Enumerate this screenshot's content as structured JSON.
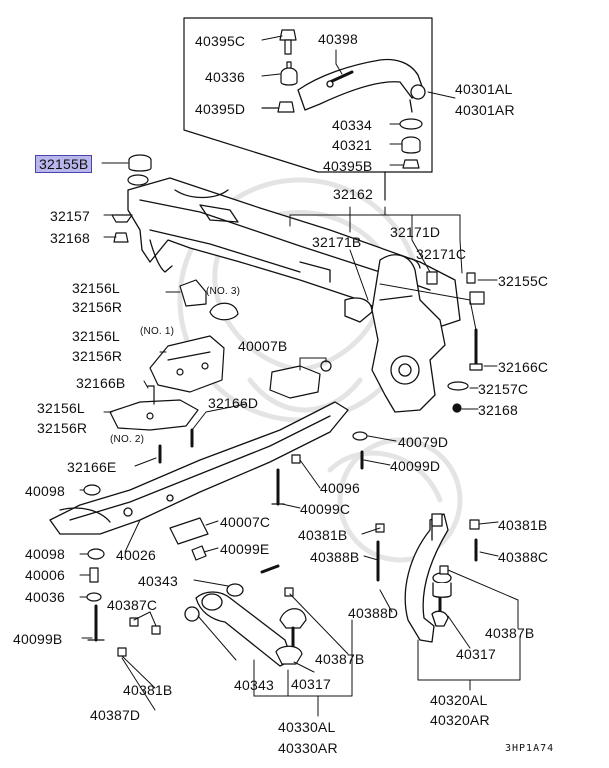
{
  "diagram": {
    "highlight_color": "#b9b6ee",
    "line_color": "#111111",
    "watermark_color": "#e6e6e6",
    "figure_code": "3HP1A74",
    "labels": {
      "p40395C": "40395C",
      "p40398": "40398",
      "p40336": "40336",
      "p40301AL": "40301AL",
      "p40301AR": "40301AR",
      "p40395D": "40395D",
      "p40334": "40334",
      "p40321": "40321",
      "p40395B": "40395B",
      "p32155B": "32155B",
      "p32162": "32162",
      "p32157_l": "32157",
      "p32168_l": "32168",
      "p32171B": "32171B",
      "p32171D": "32171D",
      "p32171C": "32171C",
      "p32155C": "32155C",
      "p32156L_a": "32156L",
      "p32156R_a": "32156R",
      "no3": "(NO. 3)",
      "p32156L_b": "32156L",
      "p32156R_b": "32156R",
      "no1": "(NO. 1)",
      "p40007B": "40007B",
      "p32166C": "32166C",
      "p32157C": "32157C",
      "p32168_r": "32168",
      "p32166B": "32166B",
      "p32156L_c": "32156L",
      "p32156R_c": "32156R",
      "p32166D": "32166D",
      "no2": "(NO. 2)",
      "p40079D": "40079D",
      "p40099D": "40099D",
      "p32166E": "32166E",
      "p40096": "40096",
      "p40098_a": "40098",
      "p40099C": "40099C",
      "p40007C": "40007C",
      "p40381B_c": "40381B",
      "p40381B_r": "40381B",
      "p40098_b": "40098",
      "p40026": "40026",
      "p40099E": "40099E",
      "p40388B": "40388B",
      "p40388C": "40388C",
      "p40006": "40006",
      "p40343_a": "40343",
      "p40036": "40036",
      "p40387C": "40387C",
      "p40388D": "40388D",
      "p40099B": "40099B",
      "p40387B_r": "40387B",
      "p40387B_c": "40387B",
      "p40317_r": "40317",
      "p40381B_b": "40381B",
      "p40343_b": "40343",
      "p40317_c": "40317",
      "p40387D": "40387D",
      "p40320AL": "40320AL",
      "p40320AR": "40320AR",
      "p40330AL": "40330AL",
      "p40330AR": "40330AR"
    }
  }
}
